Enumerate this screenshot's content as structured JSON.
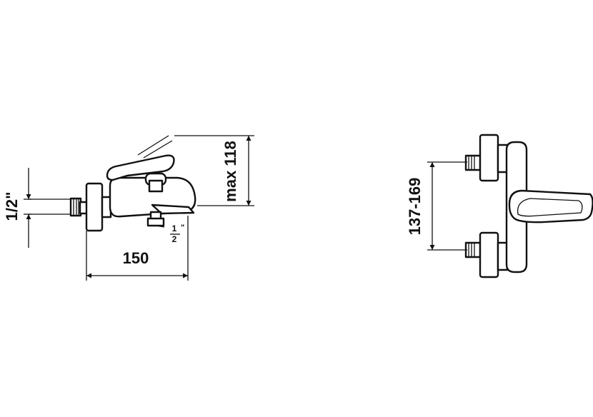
{
  "dimensions": {
    "pipe_size": "1/2\"",
    "max_height": "max 118",
    "projection": "150",
    "center_distance": "137-169",
    "outlet_fraction_num": "1",
    "outlet_fraction_den": "2",
    "outlet_fraction_mark": "\""
  },
  "colors": {
    "line": "#111111",
    "background": "#ffffff"
  }
}
